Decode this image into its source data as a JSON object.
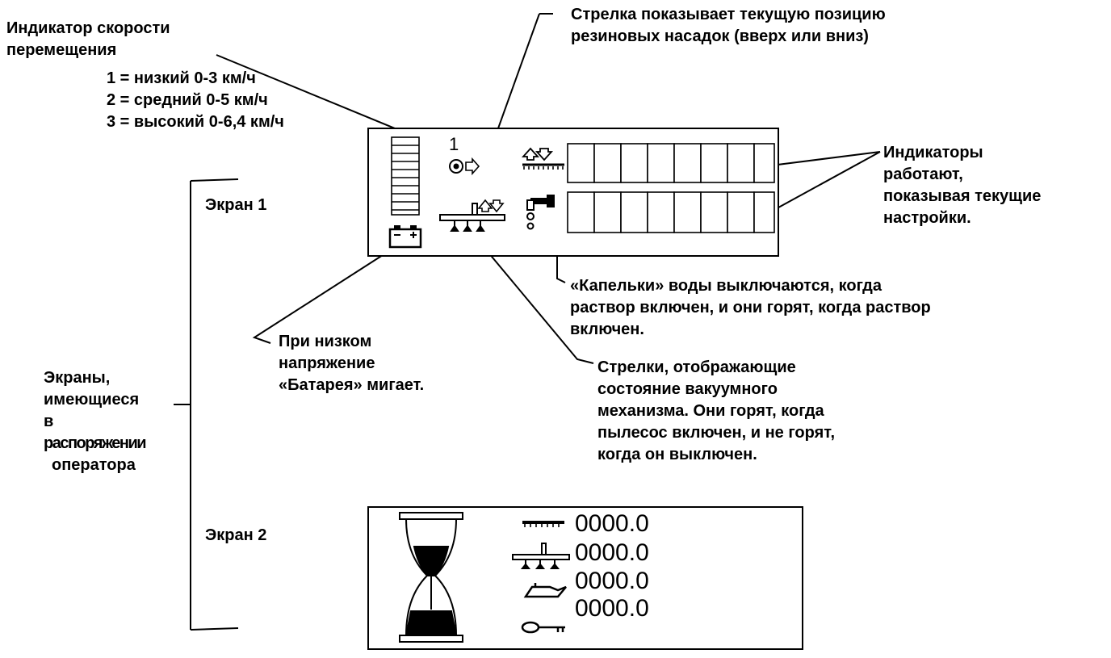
{
  "speed": {
    "title_line1": "Индикатор скорости",
    "title_line2": "перемещения",
    "mode1": "1 = низкий 0-3 км/ч",
    "mode2": "2 = средний 0-5 км/ч",
    "mode3": "3 = высокий 0-6,4 км/ч",
    "current_value": "1"
  },
  "arrow_note": {
    "line1": "Стрелка показывает текущую позицию",
    "line2": "резиновых насадок (вверх или вниз)"
  },
  "indicators_note": {
    "line1": "Индикаторы",
    "line2": "работают,",
    "line3": "показывая текущие",
    "line4": "настройки."
  },
  "drops_note": {
    "line1": "«Капельки» воды выключаются, когда",
    "line2": "раствор включен, и они горят, когда раствор",
    "line3": "включен."
  },
  "battery_note": {
    "line1": "При низком",
    "line2": "напряжение",
    "line3": "«Батарея» мигает."
  },
  "vacuum_note": {
    "line1": "Стрелки, отображающие",
    "line2": "состояние вакуумного",
    "line3": "механизма.  Они горят, когда",
    "line4": "пылесос включен, и не горят,",
    "line5": "когда он выключен."
  },
  "screens_note": {
    "line1": "Экраны,",
    "line2": "имеющиеся",
    "line3": "в",
    "line4": "распоряжении",
    "line5": "оператора"
  },
  "screen1_label": "Экран 1",
  "screen2_label": "Экран 2",
  "hour_meters": [
    {
      "icon": "scrub-deck-icon",
      "value": "0000.0"
    },
    {
      "icon": "vacuum-squeegee-icon",
      "value": "0000.0"
    },
    {
      "icon": "engine-oil-can-icon",
      "value": "0000.0"
    },
    {
      "icon": "key-icon",
      "value": "0000.0"
    }
  ]
}
